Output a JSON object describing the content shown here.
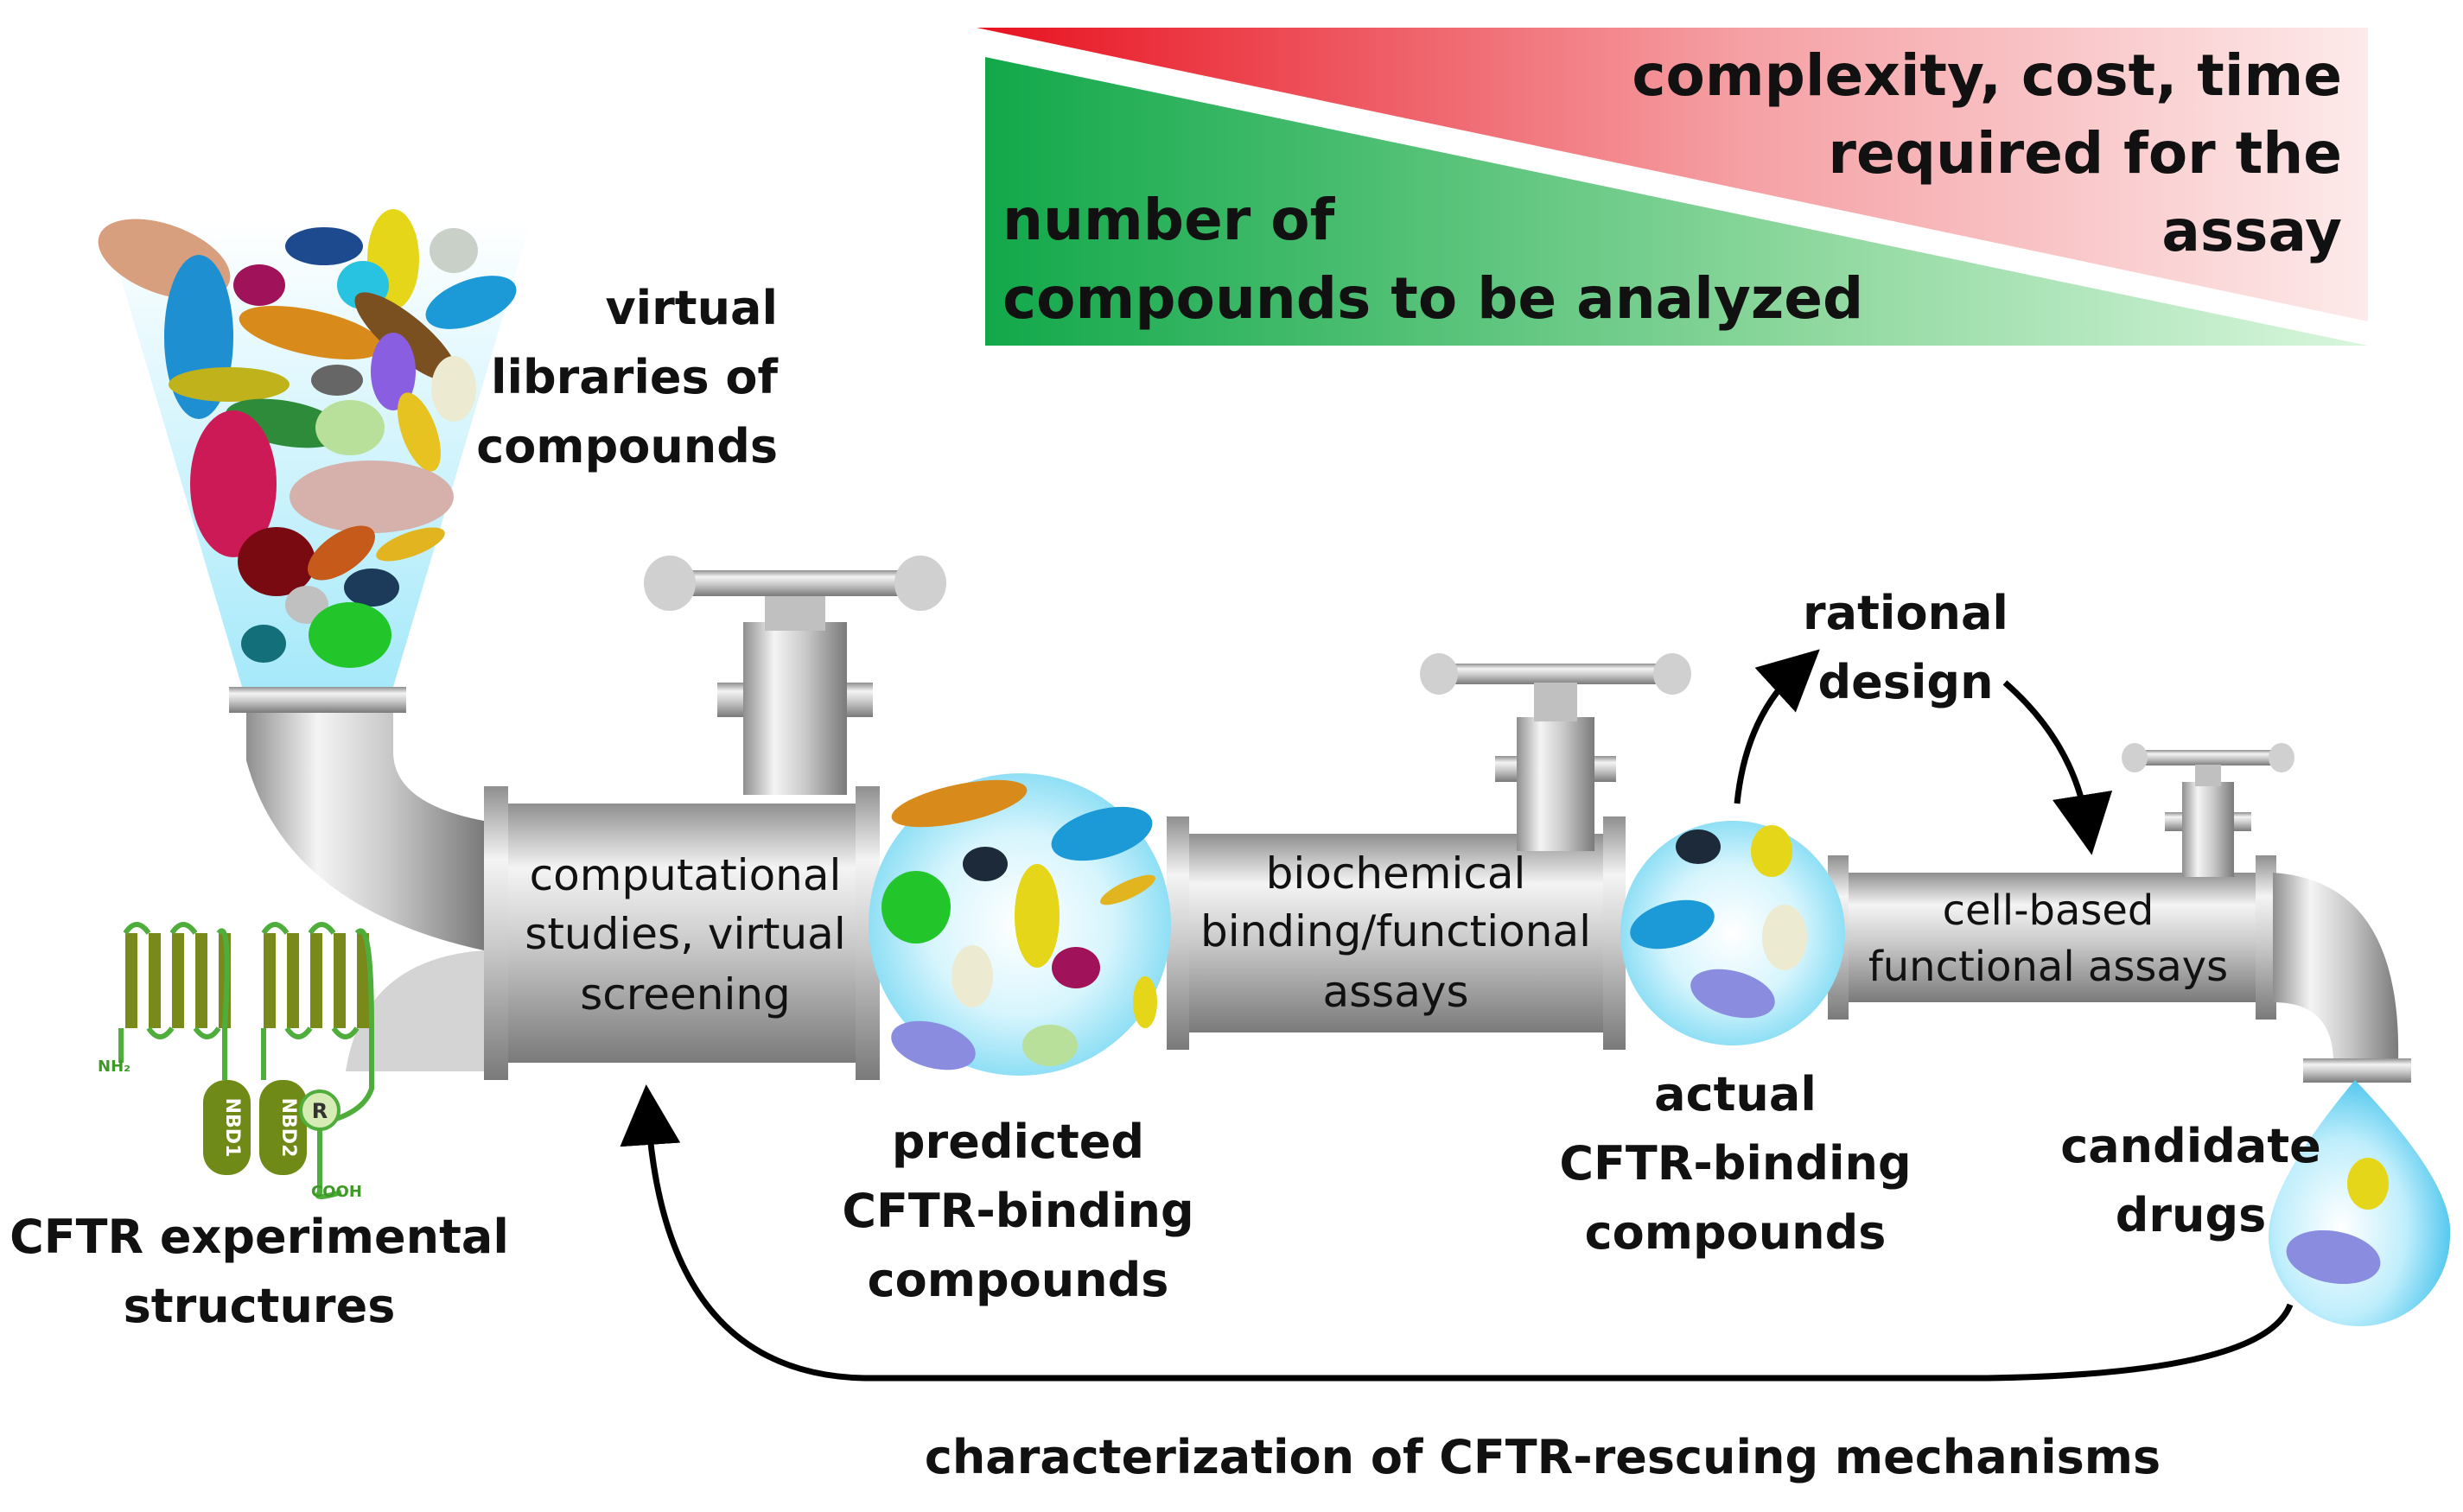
{
  "diagram": {
    "trade_off": {
      "complexity_lines": [
        "complexity, cost, time",
        "required  for the",
        "assay"
      ],
      "number_lines": [
        "number of",
        "compounds to be analyzed"
      ]
    },
    "stages": {
      "virtual_libraries": [
        "virtual",
        "libraries of",
        "compounds"
      ],
      "cftr_structures": [
        "CFTR experimental",
        "structures"
      ],
      "computational": [
        "computational",
        "studies, virtual",
        "screening"
      ],
      "predicted": [
        "predicted",
        "CFTR-binding",
        "compounds"
      ],
      "biochemical": [
        "biochemical",
        "binding/functional",
        "assays"
      ],
      "actual": [
        "actual",
        "CFTR-binding",
        "compounds"
      ],
      "rational_design": [
        "rational",
        "design"
      ],
      "cell_based": [
        "cell-based",
        "functional assays"
      ],
      "candidate": [
        "candidate",
        "drugs"
      ],
      "characterization": "characterization of CFTR-rescuing mechanisms"
    },
    "cftr_labels": {
      "nh2": "NH₂",
      "cooh": "COOH",
      "nbd1": "NBD1",
      "nbd2": "NBD2",
      "r": "R"
    },
    "colors": {
      "red": "#e8111f",
      "green": "#12a84a",
      "pipe": "#c9c9c9",
      "bubble": "#c8f0fb",
      "cftr": "#4fae3b"
    }
  }
}
